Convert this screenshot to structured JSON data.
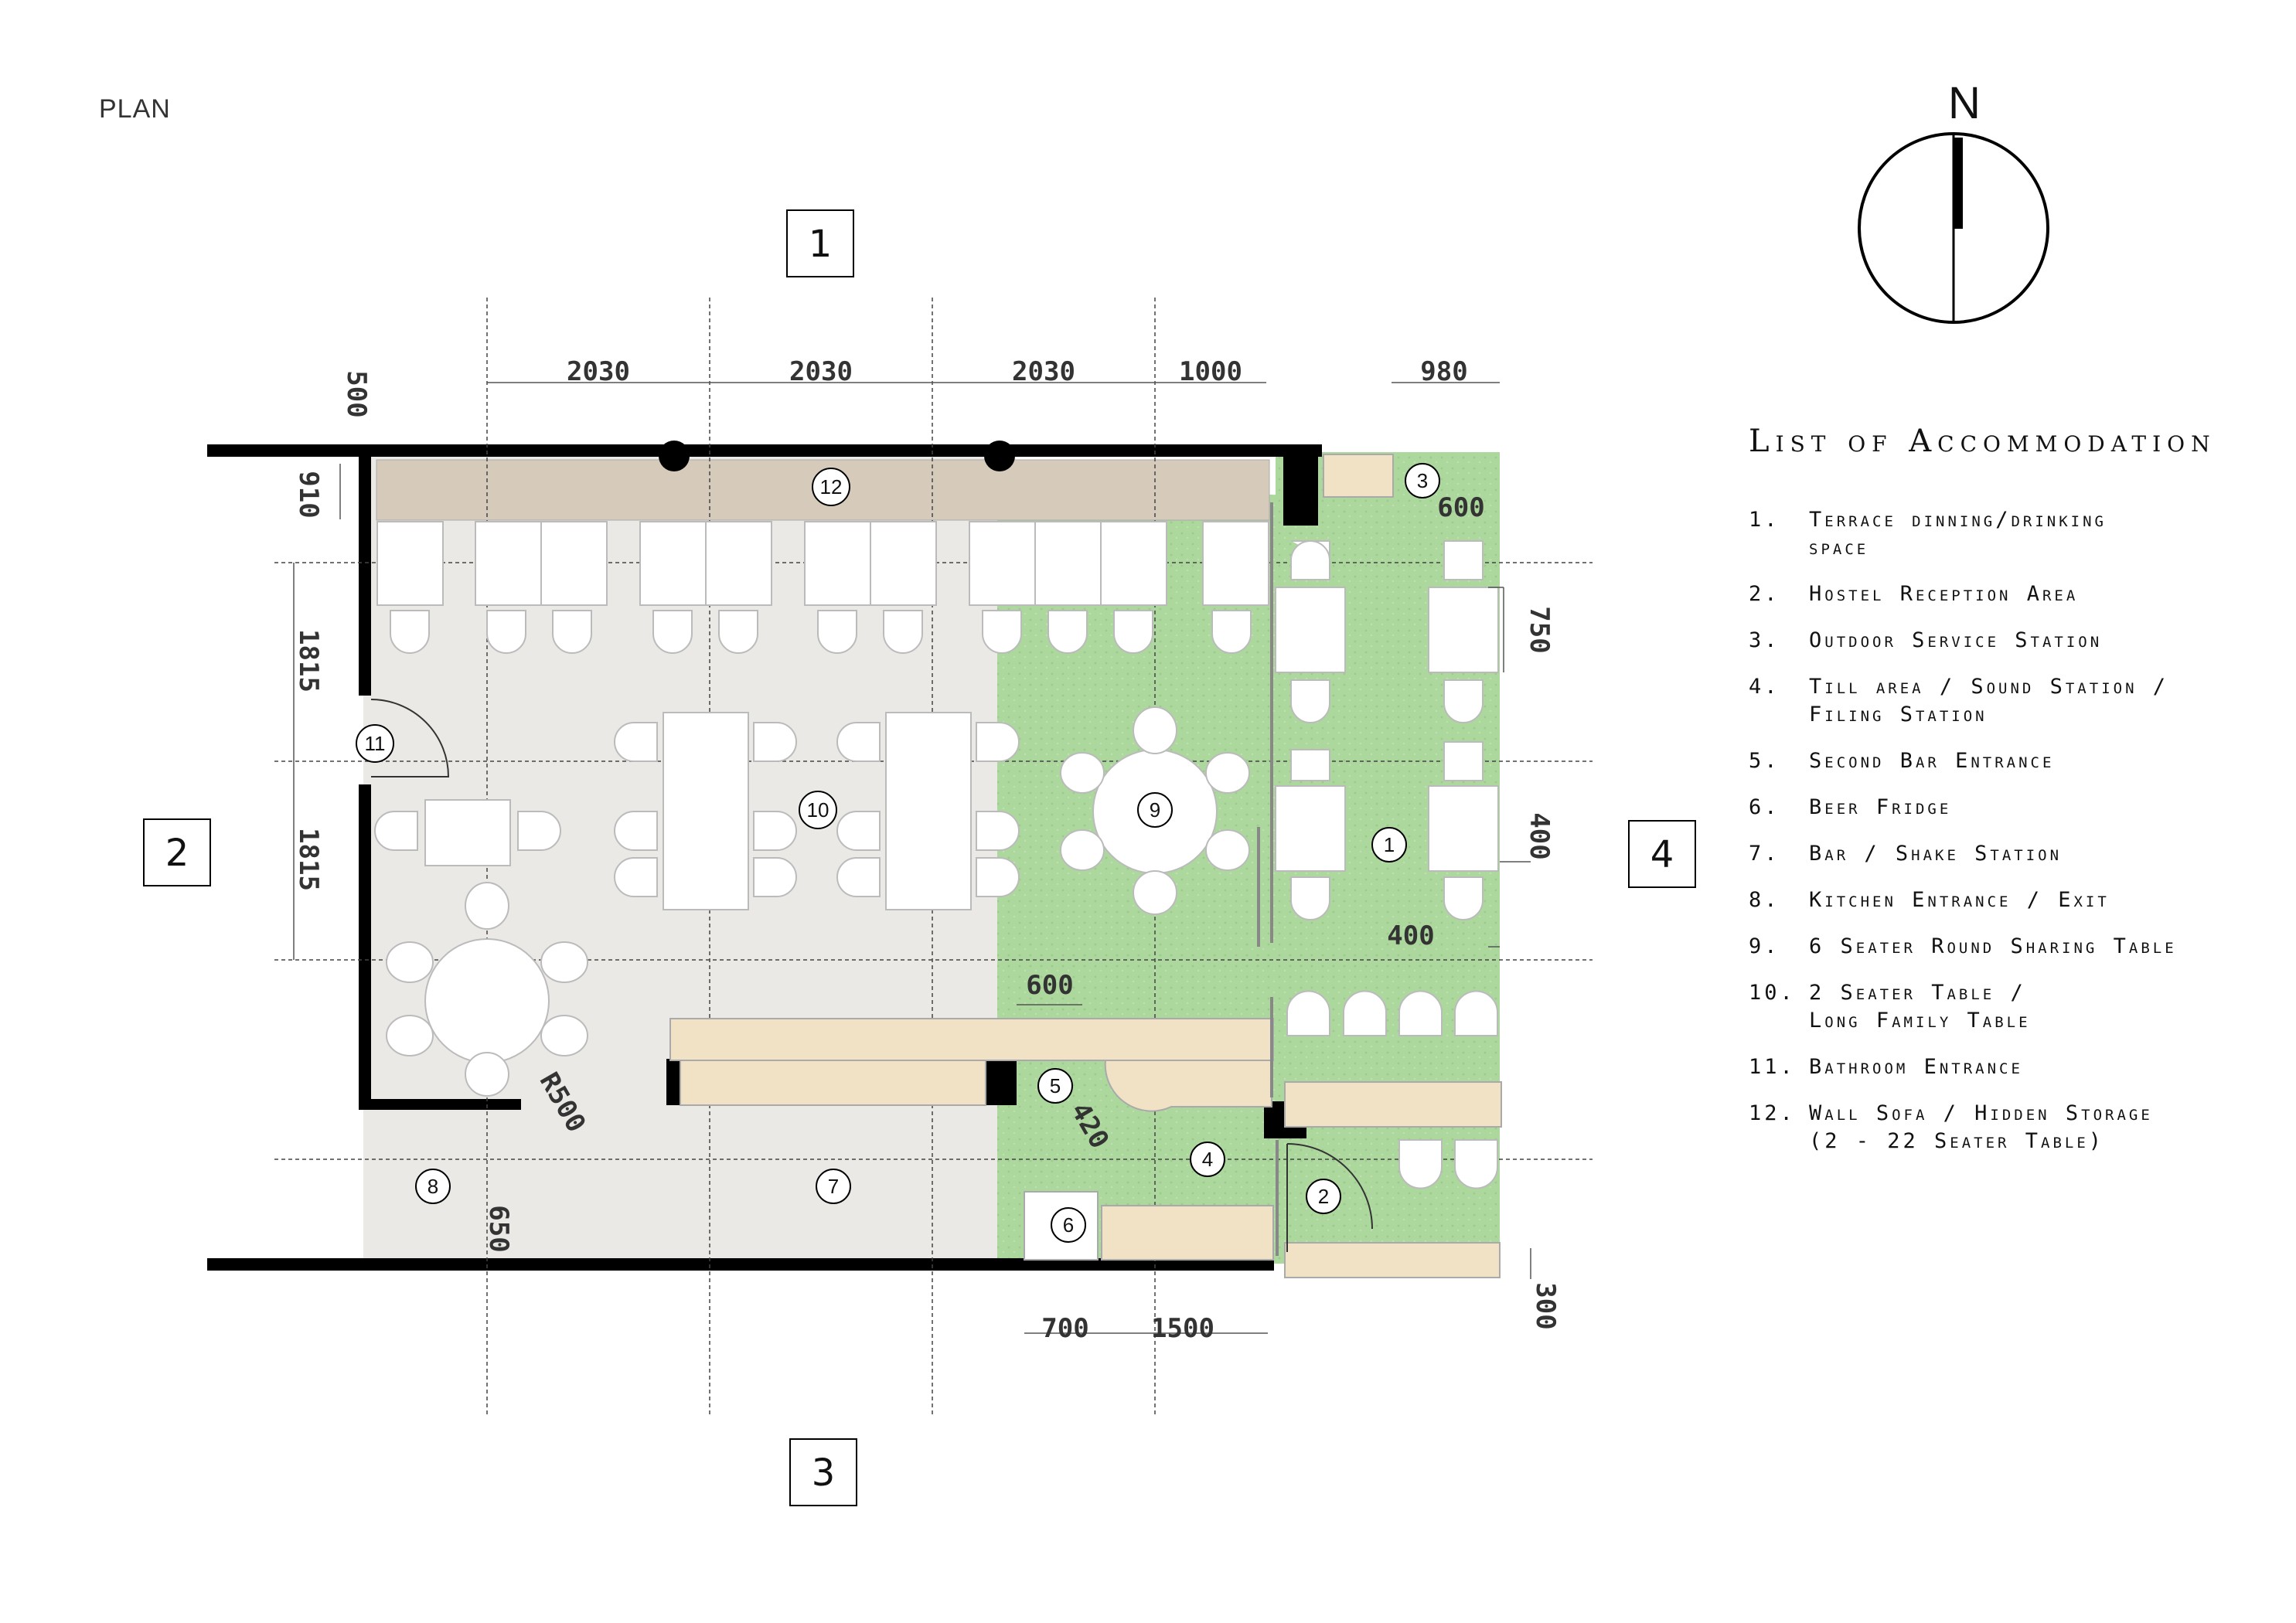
{
  "title": "PLAN",
  "north_label": "N",
  "legend": {
    "heading": "List of Accommodation",
    "items": [
      {
        "num": "1.",
        "text": "Terrace dinning/drinking\nspace"
      },
      {
        "num": "2.",
        "text": "Hostel Reception Area"
      },
      {
        "num": "3.",
        "text": "Outdoor Service Station"
      },
      {
        "num": "4.",
        "text": "Till area / Sound Station /\nFiling Station"
      },
      {
        "num": "5.",
        "text": "Second  Bar Entrance"
      },
      {
        "num": "6.",
        "text": "Beer Fridge"
      },
      {
        "num": "7.",
        "text": "Bar / Shake Station"
      },
      {
        "num": "8.",
        "text": "Kitchen Entrance / Exit"
      },
      {
        "num": "9.",
        "text": "6 Seater Round Sharing Table"
      },
      {
        "num": "10.",
        "text": "2 Seater Table /\nLong Family Table"
      },
      {
        "num": "11.",
        "text": "Bathroom Entrance"
      },
      {
        "num": "12.",
        "text": "Wall Sofa / Hidden Storage\n(2 - 22 Seater Table)"
      }
    ]
  },
  "sections": {
    "s1": "1",
    "s2": "2",
    "s3": "3",
    "s4": "4"
  },
  "dimensions": {
    "top1": "2030",
    "top2": "2030",
    "top3": "2030",
    "top4": "1000",
    "top5": "980",
    "left500": "500",
    "left910": "910",
    "left1815a": "1815",
    "left1815b": "1815",
    "d600a": "600",
    "d750": "750",
    "d400v": "400",
    "d400h": "400",
    "d600b": "600",
    "d420": "420",
    "r500": "R500",
    "d650": "650",
    "d700": "700",
    "d1500": "1500",
    "d300": "300"
  },
  "markers": {
    "m1": "1",
    "m2": "2",
    "m3": "3",
    "m4": "4",
    "m5": "5",
    "m6": "6",
    "m7": "7",
    "m8": "8",
    "m9": "9",
    "m10": "10",
    "m11": "11",
    "m12": "12"
  },
  "colors": {
    "wall": "#000000",
    "floor": "#ebe9e5",
    "terrace": "#a9d59a",
    "wood": "#f1e2c6",
    "sofa": "#d6cbbb"
  }
}
